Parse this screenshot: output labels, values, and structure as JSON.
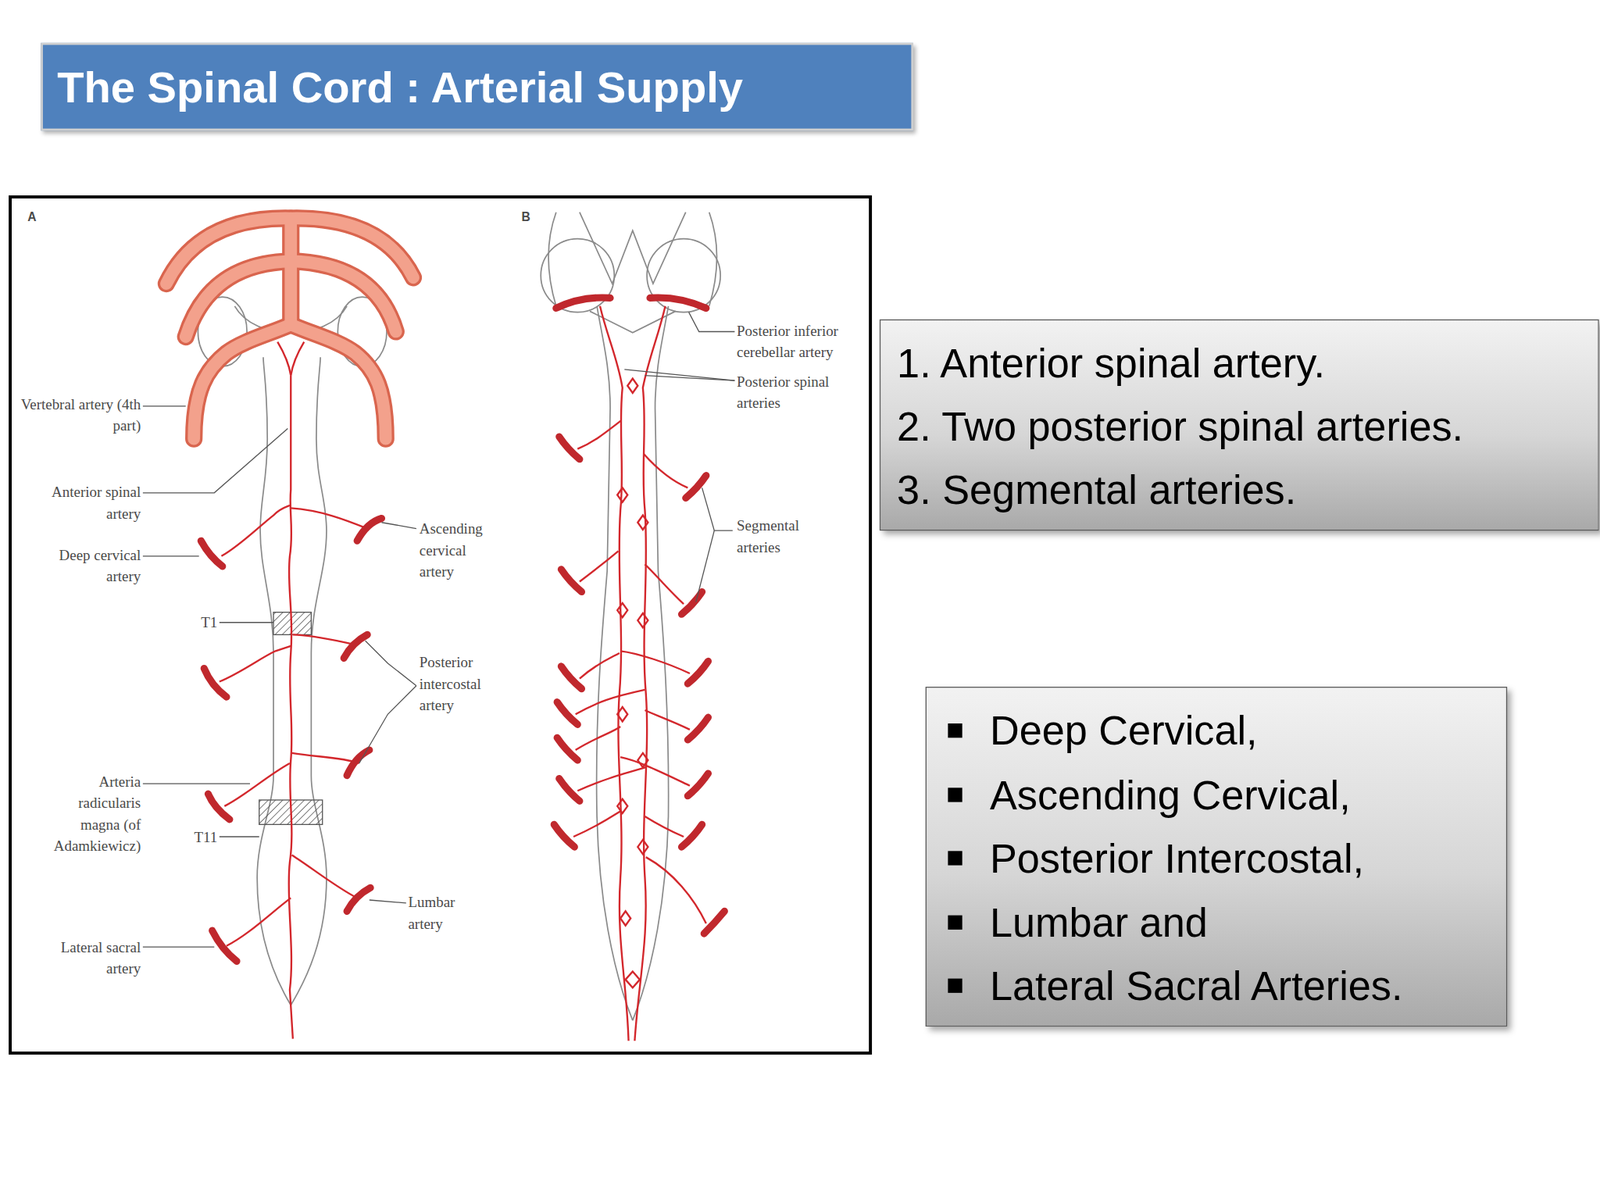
{
  "diagram": {
    "title": "The Spinal Cord : Arterial Supply",
    "nodes": [
      {
        "text": [
          "1. Anterior spinal artery.",
          "2. Two posterior spinal arteries.",
          "3. Segmental arteries."
        ]
      },
      {
        "text": [
          "Deep Cervical,",
          "Ascending Cervical,",
          "Posterior Intercostal,",
          "Lumbar and",
          "Lateral Sacral Arteries."
        ]
      }
    ],
    "labels": [
      "A",
      "B",
      "Vertebral artery (4th part)",
      "Anterior spinal artery",
      "Deep cervical artery",
      "Ascending cervical artery",
      "T1",
      "Posterior intercostal artery",
      "Arteria radicularis magna (of Adamkiewicz)",
      "T11",
      "Lumbar artery",
      "Lateral sacral artery",
      "Posterior inferior cerebellar artery",
      "Posterior spinal arteries",
      "Segmental arteries"
    ]
  }
}
